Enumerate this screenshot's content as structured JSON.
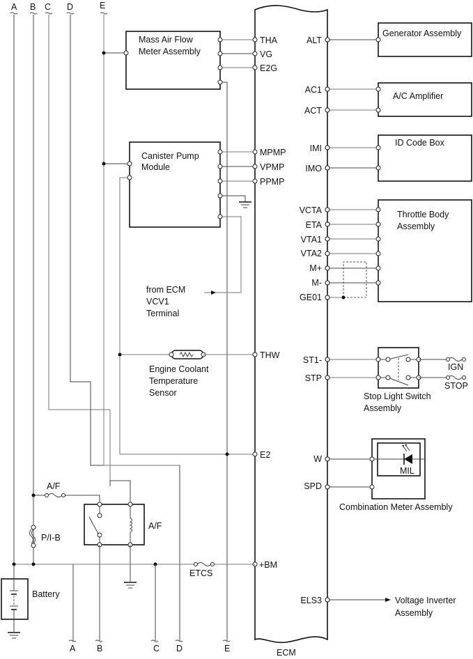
{
  "ecm": {
    "label": "ECM",
    "left_pins": [
      "THA",
      "VG",
      "E2G",
      "MPMP",
      "VPMP",
      "PPMP",
      "THW",
      "E2",
      "+BM"
    ],
    "right_pins": [
      "ALT",
      "AC1",
      "ACT",
      "IMI",
      "IMO",
      "VCTA",
      "ETA",
      "VTA1",
      "VTA2",
      "M+",
      "M-",
      "GE01",
      "ST1-",
      "STP",
      "W",
      "SPD",
      "ELS3"
    ]
  },
  "connectors": {
    "top": [
      "A",
      "B",
      "C",
      "D",
      "E"
    ],
    "bottom": [
      "A",
      "B",
      "C",
      "D",
      "E"
    ]
  },
  "components": {
    "maf": {
      "line1": "Mass Air Flow",
      "line2": "Meter Assembly"
    },
    "canister": {
      "line1": "Canister Pump",
      "line2": "Module"
    },
    "from_ecm": {
      "line1": "from ECM",
      "line2": "VCV1",
      "line3": "Terminal"
    },
    "ect": {
      "line1": "Engine Coolant",
      "line2": "Temperature",
      "line3": "Sensor"
    },
    "generator": {
      "label": "Generator Assembly"
    },
    "ac_amp": {
      "label": "A/C Amplifier"
    },
    "id_code": {
      "label": "ID Code Box"
    },
    "throttle": {
      "line1": "Throttle Body",
      "line2": "Assembly"
    },
    "stop_switch": {
      "line1": "Stop Light Switch",
      "line2": "Assembly",
      "ign": "IGN",
      "stop": "STOP"
    },
    "combo_meter": {
      "label": "Combination Meter Assembly",
      "mil": "MIL"
    },
    "voltage_inverter": {
      "line1": "Voltage Inverter",
      "line2": "Assembly"
    },
    "af_fuse": {
      "label": "A/F"
    },
    "af_relay": {
      "label": "A/F"
    },
    "pib_fuse": {
      "label": "P/I-B"
    },
    "etcs_fuse": {
      "label": "ETCS"
    },
    "battery": {
      "label": "Battery"
    }
  }
}
